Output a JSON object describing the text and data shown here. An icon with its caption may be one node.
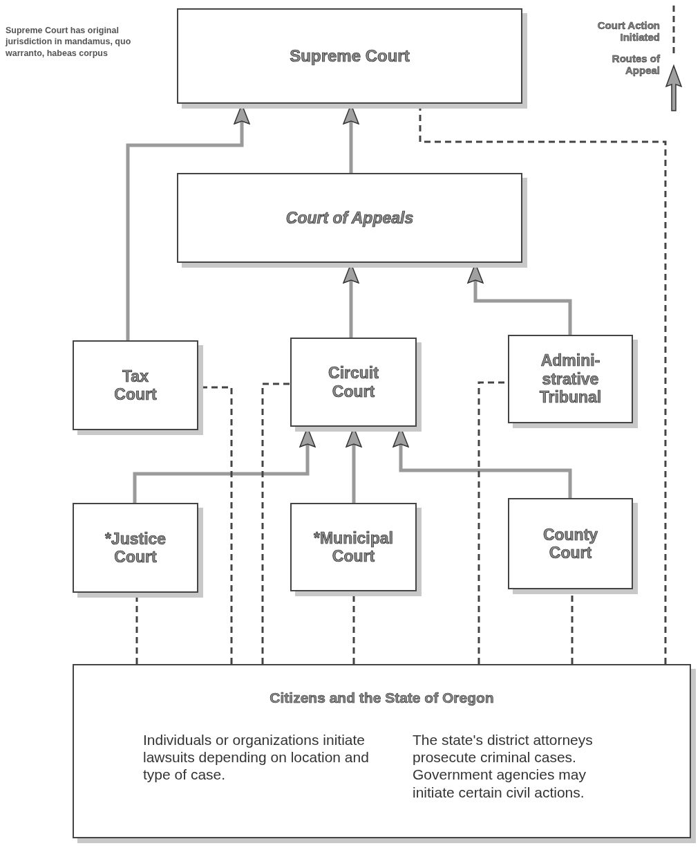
{
  "diagram": {
    "nodes": [
      {
        "text": [
          "Supreme Court"
        ]
      },
      {
        "text": [
          "Court of Appeals"
        ]
      },
      {
        "text": [
          "Tax Court"
        ]
      },
      {
        "text": [
          "Circuit Court"
        ]
      },
      {
        "text": [
          "Admini- strative Tribunal"
        ]
      },
      {
        "text": [
          "*Justice Court"
        ]
      },
      {
        "text": [
          "*Municipal Court"
        ]
      },
      {
        "text": [
          "County Court"
        ]
      },
      {
        "text": [
          "Citizens and the State of Oregon",
          "Individuals or organizations initiate lawsuits depending on location and type of case.",
          "The state's district attorneys prosecute criminal cases. Government agencies may initiate certain civil actions."
        ]
      }
    ],
    "edges": [
      {
        "from": 2,
        "to": 0,
        "arrow": "to",
        "color": "#9a9a9a"
      },
      {
        "from": 1,
        "to": 0,
        "arrow": "to",
        "color": "#9a9a9a"
      },
      {
        "from": 3,
        "to": 1,
        "arrow": "to",
        "color": "#9a9a9a"
      },
      {
        "from": 4,
        "to": 1,
        "arrow": "to",
        "color": "#9a9a9a"
      },
      {
        "from": 5,
        "to": 3,
        "arrow": "to",
        "color": "#9a9a9a"
      },
      {
        "from": 6,
        "to": 3,
        "arrow": "to",
        "color": "#9a9a9a"
      },
      {
        "from": 7,
        "to": 3,
        "arrow": "to",
        "color": "#9a9a9a"
      },
      {
        "from": 8,
        "to": 5,
        "arrow": "none",
        "style": "dashed",
        "color": "#444444"
      },
      {
        "from": 8,
        "to": 2,
        "arrow": "none",
        "style": "dashed",
        "color": "#444444"
      },
      {
        "from": 8,
        "to": 3,
        "arrow": "none",
        "style": "dashed",
        "color": "#444444"
      },
      {
        "from": 8,
        "to": 6,
        "arrow": "none",
        "style": "dashed",
        "color": "#444444"
      },
      {
        "from": 8,
        "to": 4,
        "arrow": "none",
        "style": "dashed",
        "color": "#444444"
      },
      {
        "from": 8,
        "to": 7,
        "arrow": "none",
        "style": "dashed",
        "color": "#444444"
      },
      {
        "from": 8,
        "to": 0,
        "arrow": "none",
        "style": "dashed",
        "color": "#444444"
      }
    ],
    "labels": [
      "Supreme Court has original jurisdiction in mandamus, quo warranto, habeas corpus"
    ],
    "legend": [
      {
        "text": "Court Action Initiated"
      },
      {
        "text": "Routes of Appeal"
      }
    ]
  }
}
